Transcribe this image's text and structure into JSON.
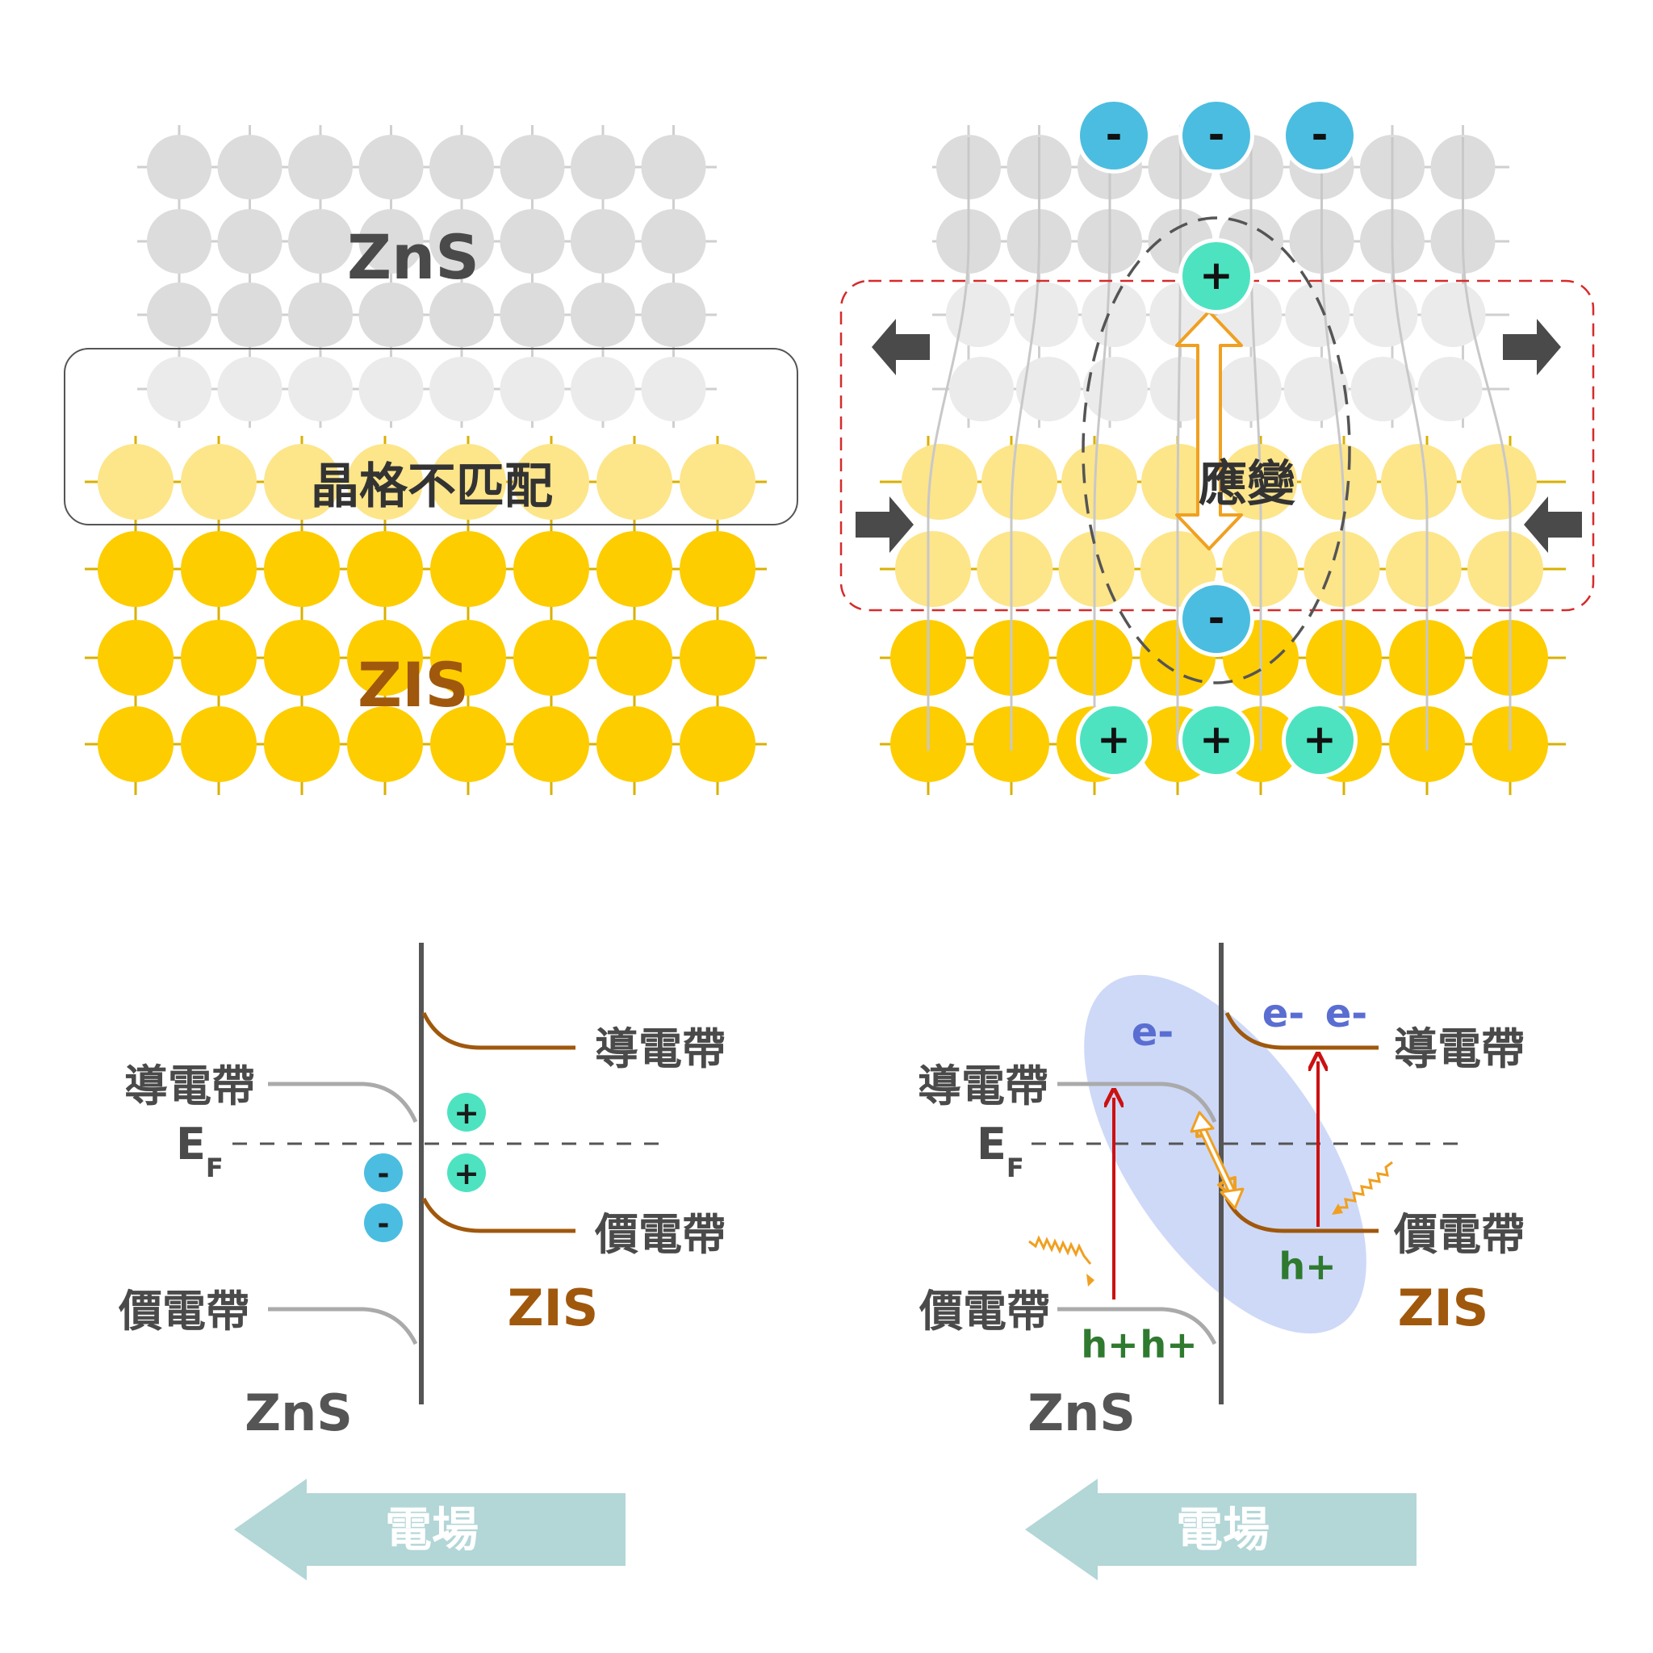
{
  "panels": {
    "lattice_left": {
      "top_material": "ZnS",
      "bottom_material": "ZIS",
      "interface_label": "晶格不匹配"
    },
    "lattice_right": {
      "strain_label": "應變",
      "top_charges": [
        "-",
        "-",
        "-"
      ],
      "dipole_top": "+",
      "dipole_bottom": "-",
      "bottom_charges": [
        "+",
        "+",
        "+"
      ]
    },
    "band_left": {
      "zns_cb": "導電帶",
      "zns_vb": "價電帶",
      "zis_cb": "導電帶",
      "zis_vb": "價電帶",
      "fermi_main": "E",
      "fermi_sub": "F",
      "zns_label": "ZnS",
      "zis_label": "ZIS",
      "charges_minus": [
        "-",
        "-"
      ],
      "charges_plus": [
        "+",
        "+"
      ],
      "field_label": "電場"
    },
    "band_right": {
      "zns_cb": "導電帶",
      "zns_vb": "價電帶",
      "zis_cb": "導電帶",
      "zis_vb": "價電帶",
      "fermi_main": "E",
      "fermi_sub": "F",
      "zns_label": "ZnS",
      "zis_label": "ZIS",
      "electron_left": "e-",
      "electron_right_1": "e-",
      "electron_right_2": "e-",
      "hole_left_1": "h+",
      "hole_left_2": "h+",
      "hole_right": "h+",
      "field_label": "電場"
    }
  },
  "colors": {
    "zns_atom": "#dcdcdc",
    "zns_atom_light": "#ebebeb",
    "zis_atom": "#fdcd00",
    "zis_atom_light": "#fde58a",
    "dark_text": "#4a4a4a",
    "zis_text": "#a0580c",
    "minus_charge": "#4bbde0",
    "plus_charge": "#4de3c0",
    "field_arrow": "#b3d6d7",
    "strain_arrow": "#f0a020",
    "dashed_red": "#d62b2b",
    "ellipse_fill": "#c9d5f7",
    "excitation_red": "#cc1111",
    "hole_green": "#2f7a2f",
    "electron_blue": "#5a6ed2"
  }
}
